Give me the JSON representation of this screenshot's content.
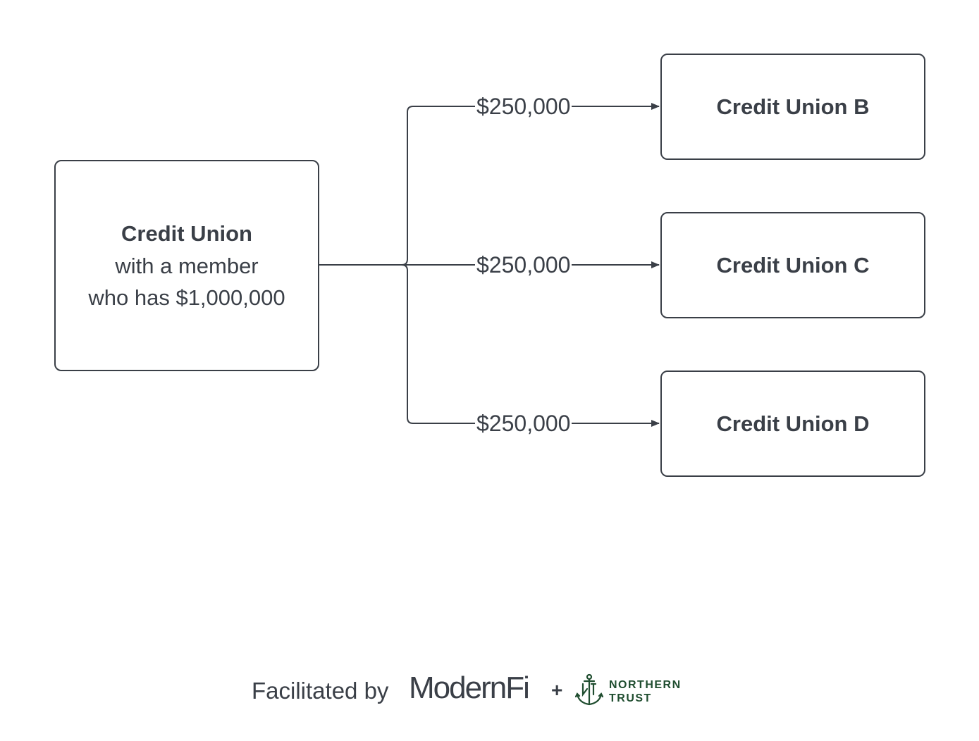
{
  "source": {
    "title": "Credit Union",
    "line1": "with a member",
    "line2": "who has $1,000,000"
  },
  "targets": [
    {
      "label": "Credit Union B",
      "amount": "$250,000"
    },
    {
      "label": "Credit Union C",
      "amount": "$250,000"
    },
    {
      "label": "Credit Union D",
      "amount": "$250,000"
    }
  ],
  "footer": {
    "facilitated": "Facilitated by",
    "modernfi": "ModernFi",
    "plus": "+",
    "northern": "NORTHERN",
    "trust": "TRUST"
  },
  "colors": {
    "stroke": "#3a3f47",
    "northern_trust_green": "#1f4d2f"
  }
}
